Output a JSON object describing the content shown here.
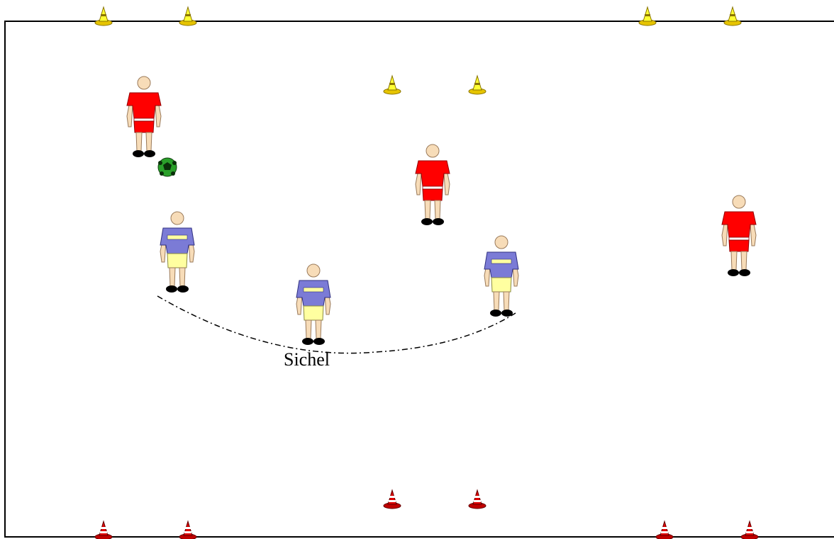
{
  "diagram": {
    "annotation": "Sichel",
    "colors": {
      "field_line": "#000000",
      "red_kit": "#ff0000",
      "blue_shirt": "#7b7bd6",
      "blue_shirt_stripe": "#ffffa0",
      "blue_shorts": "#ffffa0",
      "skin": "#f7dcb8",
      "boots": "#000000",
      "cone_yellow": "#ffff00",
      "cone_red": "#e00000",
      "ball": "#2aa02a"
    },
    "players": [
      {
        "team": "red",
        "icon": "player-red-icon"
      },
      {
        "team": "red",
        "icon": "player-red-icon"
      },
      {
        "team": "red",
        "icon": "player-red-icon"
      },
      {
        "team": "blue",
        "icon": "player-blue-icon"
      },
      {
        "team": "blue",
        "icon": "player-blue-icon"
      },
      {
        "team": "blue",
        "icon": "player-blue-icon"
      }
    ],
    "ball": {
      "icon": "soccer-ball-icon"
    },
    "cones": {
      "yellow_count": 6,
      "red_count": 6
    }
  }
}
